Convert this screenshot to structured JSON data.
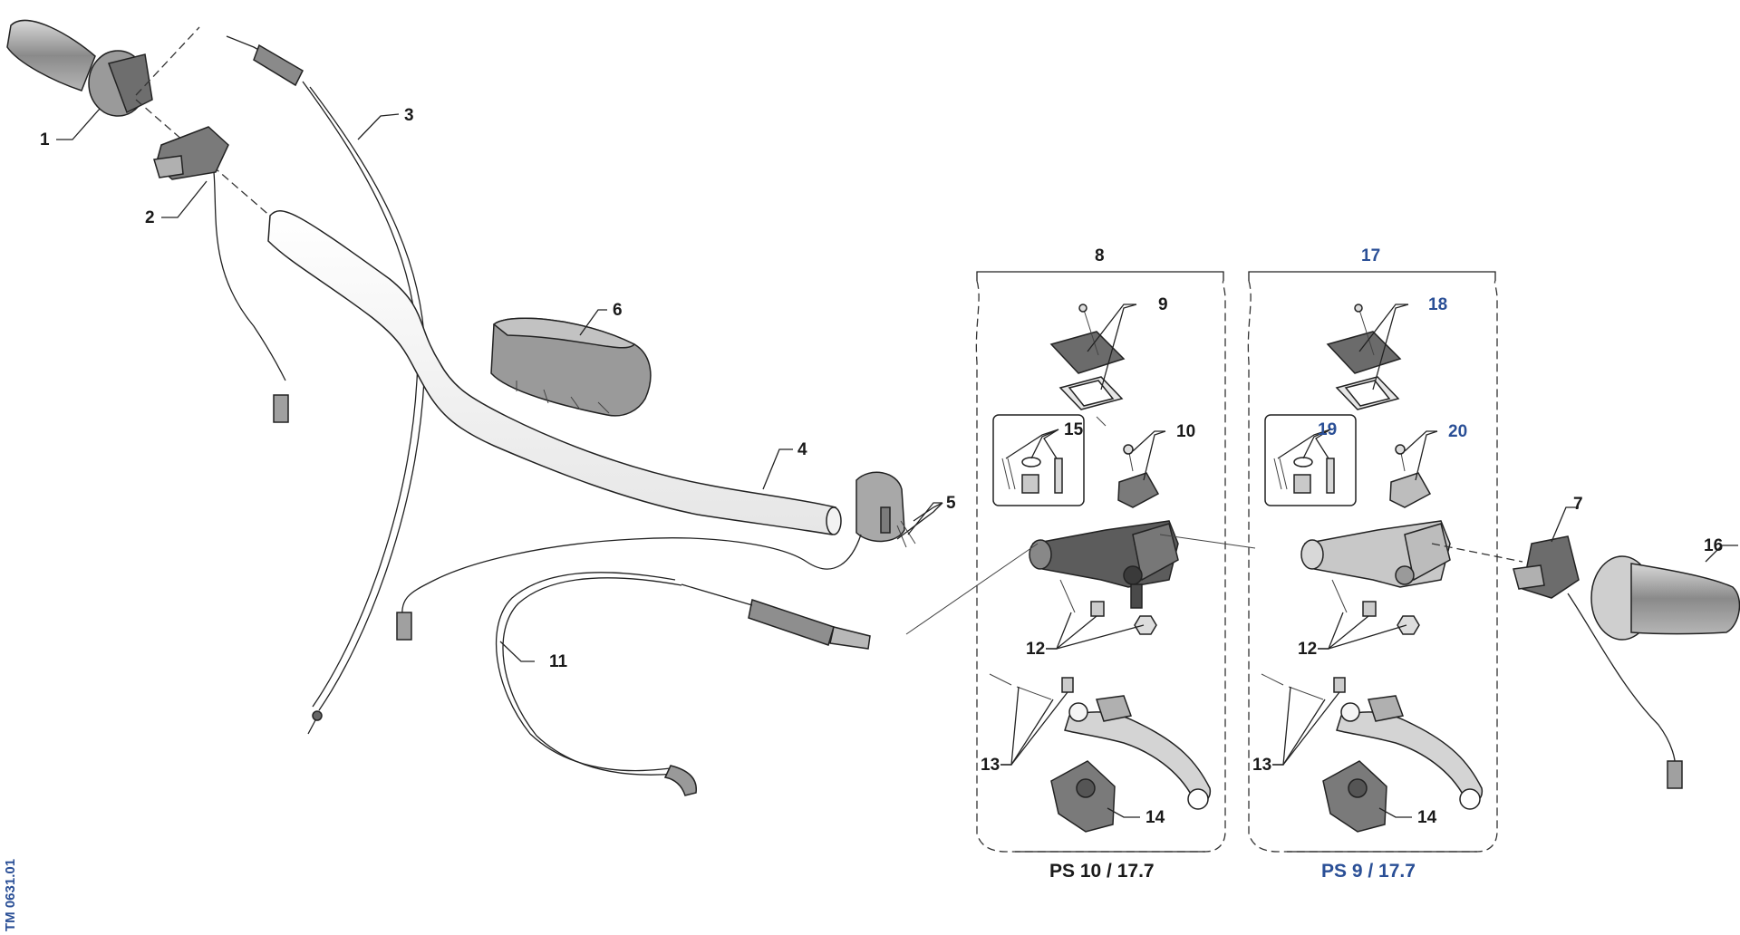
{
  "colors": {
    "line": "#222222",
    "accent_blue": "#2a4f96",
    "part_dark": "#5a5a5a",
    "part_mid": "#8c8c8c",
    "part_light": "#c8c8c8"
  },
  "callouts": {
    "c1": "1",
    "c2": "2",
    "c3": "3",
    "c4": "4",
    "c5": "5",
    "c6": "6",
    "c7": "7",
    "c8": "8",
    "c9": "9",
    "c10": "10",
    "c11": "11",
    "c12a": "12",
    "c12b": "12",
    "c13a": "13",
    "c13b": "13",
    "c14a": "14",
    "c14b": "14",
    "c15": "15",
    "c16": "16",
    "c17": "17",
    "c18": "18",
    "c19": "19",
    "c20": "20"
  },
  "captions": {
    "left_kit": "PS 10 / 17.7",
    "right_kit": "PS 9 / 17.7"
  },
  "doc_id": "TM 0631.01"
}
